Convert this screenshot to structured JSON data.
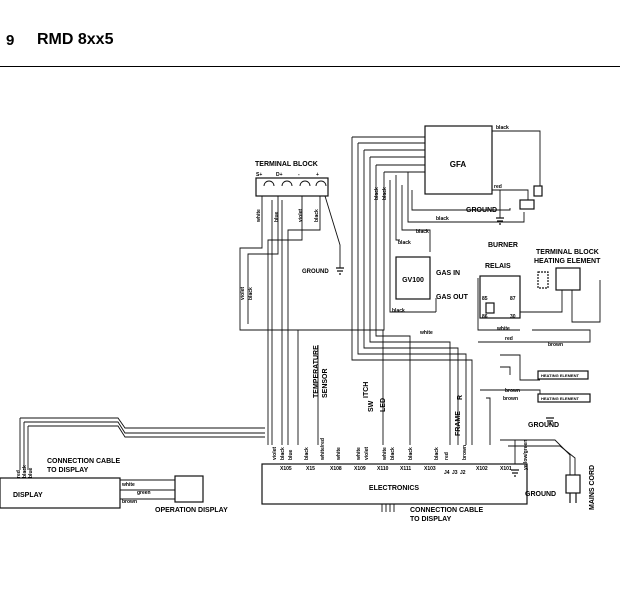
{
  "header": {
    "page_number": "9",
    "title": "RMD 8xx5"
  },
  "components": {
    "gfa": "GFA",
    "burner": "BURNER",
    "terminal_block": "TERMINAL BLOCK",
    "terminal_block_heating": [
      "TERMINAL BLOCK",
      "HEATING ELEMENT"
    ],
    "gv100": "GV100",
    "gas_in": "GAS IN",
    "gas_out": "GAS OUT",
    "relais": "RELAIS",
    "heating_element_1": "HEATING ELEMENT",
    "heating_element_2": "HEATING ELEMENT",
    "electronics": "ELECTRONICS",
    "display": "DISPLAY",
    "operation_display": "OPERATION DISPLAY",
    "mains_cord": "MAINS CORD",
    "temperature_sensor": [
      "TEMPERATURE",
      "SENSOR"
    ],
    "switch": "ITCH",
    "sw_prefix": "SW",
    "led": "LED",
    "frame": "FRAME",
    "r": "R",
    "connection_cable_1": [
      "CONNECTION CABLE",
      "TO DISPLAY"
    ],
    "connection_cable_2": [
      "CONNECTION CABLE",
      "TO DISPLAY"
    ]
  },
  "grounds": [
    "GROUND",
    "GROUND",
    "GROUND",
    "GROUND"
  ],
  "terminal_pins": [
    "S+",
    "D+",
    "-",
    "+"
  ],
  "wire_colors": {
    "black": "black",
    "red": "red",
    "white": "white",
    "violet": "violet",
    "blue": "blue",
    "brown": "brown",
    "green": "green",
    "white_red": "white/red",
    "yellow_green": "yellow/green"
  },
  "connectors": [
    "X105",
    "X15",
    "X108",
    "X109",
    "X110",
    "X111",
    "X103",
    "X102",
    "X101",
    "J4",
    "J3",
    "J2"
  ],
  "relay_pins": [
    "85",
    "86",
    "87",
    "30"
  ]
}
